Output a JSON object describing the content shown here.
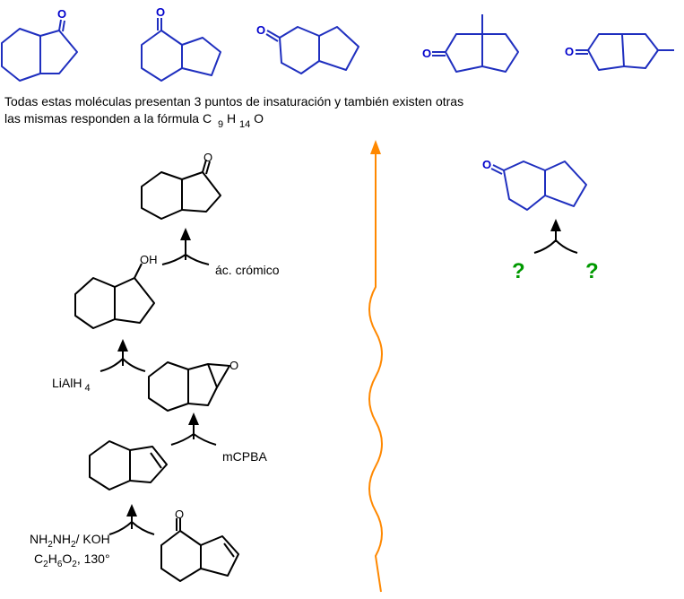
{
  "colors": {
    "blue": "#1f2fbf",
    "black": "#000000",
    "orange": "#ff8800",
    "green": "#009900"
  },
  "atom_labels": {
    "carbonyl_o": "O",
    "epoxide_o": "O",
    "hydroxyl": "OH"
  },
  "caption": {
    "line1": "Todas estas moléculas presentan 3 puntos de insaturación y también existen otras",
    "line2_prefix": "las mismas responden a la fórmula C",
    "c_sub": "9",
    "h": "H",
    "h_sub": "14",
    "o": "O"
  },
  "reagents": {
    "step1": "ác. crómico",
    "step2_main": "LiAlH",
    "step2_sub": "4",
    "step3": "mCPBA",
    "step4_line1": {
      "a": "NH",
      "a_sub": "2",
      "b": "NH",
      "b_sub": "2",
      "c": "/ KOH"
    },
    "step4_line2": {
      "a": "C",
      "a_sub": "2",
      "b": "H",
      "b_sub": "6",
      "c": "O",
      "c_sub": "2",
      "d": ", 130°"
    }
  },
  "unknown_reagents": [
    "?",
    "?"
  ]
}
